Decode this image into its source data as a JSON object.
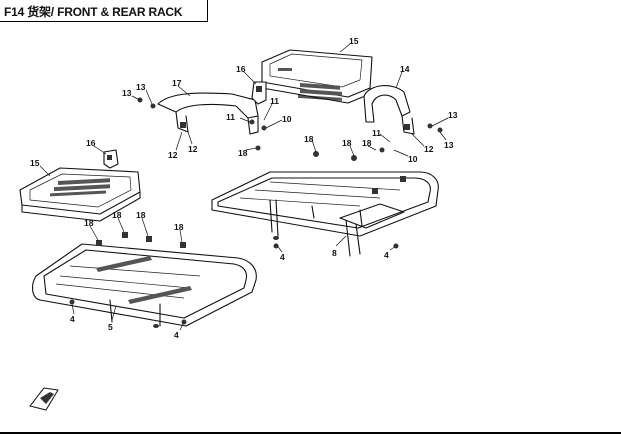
{
  "header": {
    "title": "F14 货架/ FRONT & REAR RACK"
  },
  "callouts": [
    {
      "id": "c15a",
      "label": "15"
    },
    {
      "id": "c14",
      "label": "14"
    },
    {
      "id": "c16a",
      "label": "16"
    },
    {
      "id": "c17",
      "label": "17"
    },
    {
      "id": "c13a",
      "label": "13"
    },
    {
      "id": "c13b",
      "label": "13"
    },
    {
      "id": "c11a",
      "label": "11"
    },
    {
      "id": "c11b",
      "label": "11"
    },
    {
      "id": "c10a",
      "label": "10"
    },
    {
      "id": "c12a",
      "label": "12"
    },
    {
      "id": "c12b",
      "label": "12"
    },
    {
      "id": "c18a",
      "label": "18"
    },
    {
      "id": "c13c",
      "label": "13"
    },
    {
      "id": "c13d",
      "label": "13"
    },
    {
      "id": "c11c",
      "label": "11"
    },
    {
      "id": "c12c",
      "label": "12"
    },
    {
      "id": "c10b",
      "label": "10"
    },
    {
      "id": "c18b",
      "label": "18"
    },
    {
      "id": "c18c",
      "label": "18"
    },
    {
      "id": "c18d",
      "label": "18"
    },
    {
      "id": "c16b",
      "label": "16"
    },
    {
      "id": "c15b",
      "label": "15"
    },
    {
      "id": "c8",
      "label": "8"
    },
    {
      "id": "c4a",
      "label": "4"
    },
    {
      "id": "c4b",
      "label": "4"
    },
    {
      "id": "c18e",
      "label": "18"
    },
    {
      "id": "c18f",
      "label": "18"
    },
    {
      "id": "c18g",
      "label": "18"
    },
    {
      "id": "c18h",
      "label": "18"
    },
    {
      "id": "c5",
      "label": "5"
    },
    {
      "id": "c4c",
      "label": "4"
    },
    {
      "id": "c4d",
      "label": "4"
    }
  ]
}
